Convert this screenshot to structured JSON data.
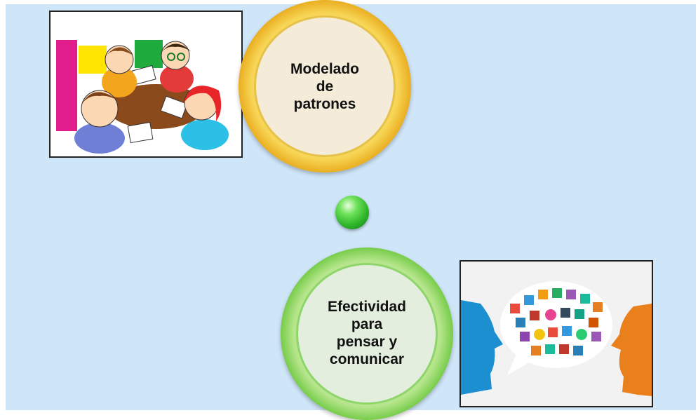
{
  "nodes": [
    {
      "label": "Modelado\nde\npatrones",
      "ring_color": "#f0b923"
    },
    {
      "label": "Efectividad\npara\npensar y\ncomunicar",
      "ring_color": "#69c73c"
    }
  ],
  "connector": {
    "color": "#2fb52a"
  },
  "background_color": "#cfe5f8",
  "images": [
    {
      "icon": "children-working-together-illustration"
    },
    {
      "icon": "two-faces-speech-bubble-of-icons-illustration"
    }
  ]
}
